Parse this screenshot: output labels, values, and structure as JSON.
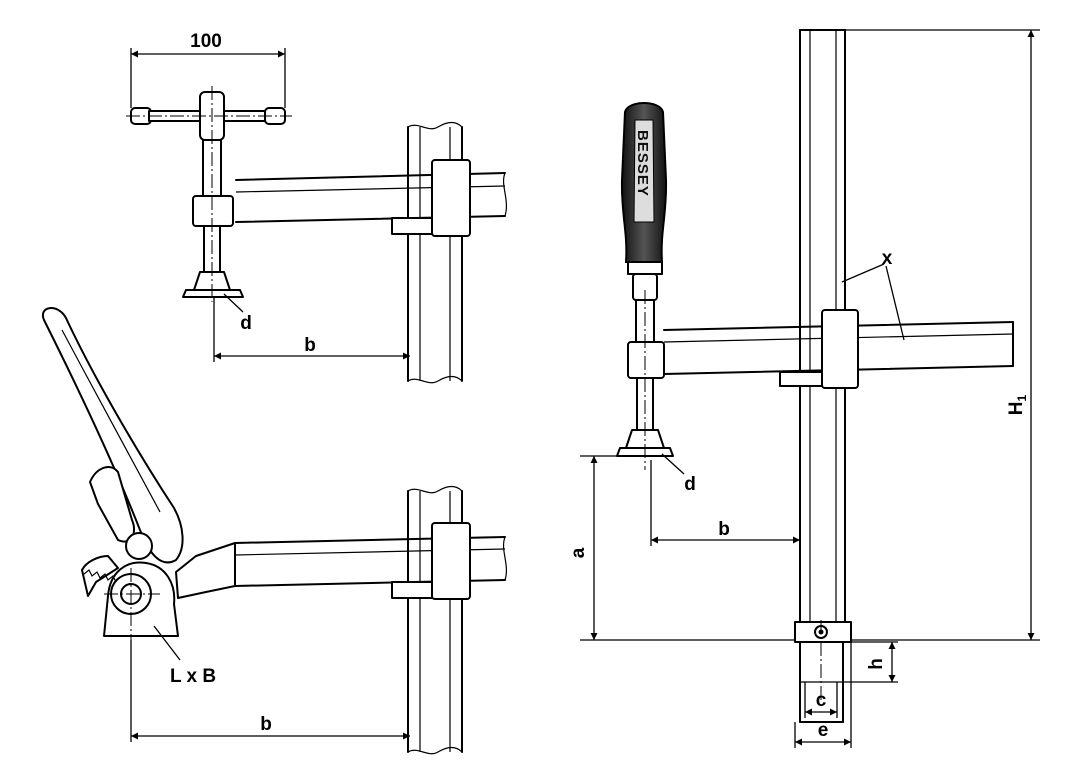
{
  "labels": {
    "dim_100": "100",
    "d_top": "d",
    "b_top": "b",
    "b_bottom": "b",
    "lxb": "L x B",
    "brand": "BESSEY",
    "x": "x",
    "h1_main": "H",
    "h1_sub": "1",
    "d_right": "d",
    "b_right": "b",
    "a": "a",
    "h": "h",
    "c": "c",
    "e": "e"
  }
}
